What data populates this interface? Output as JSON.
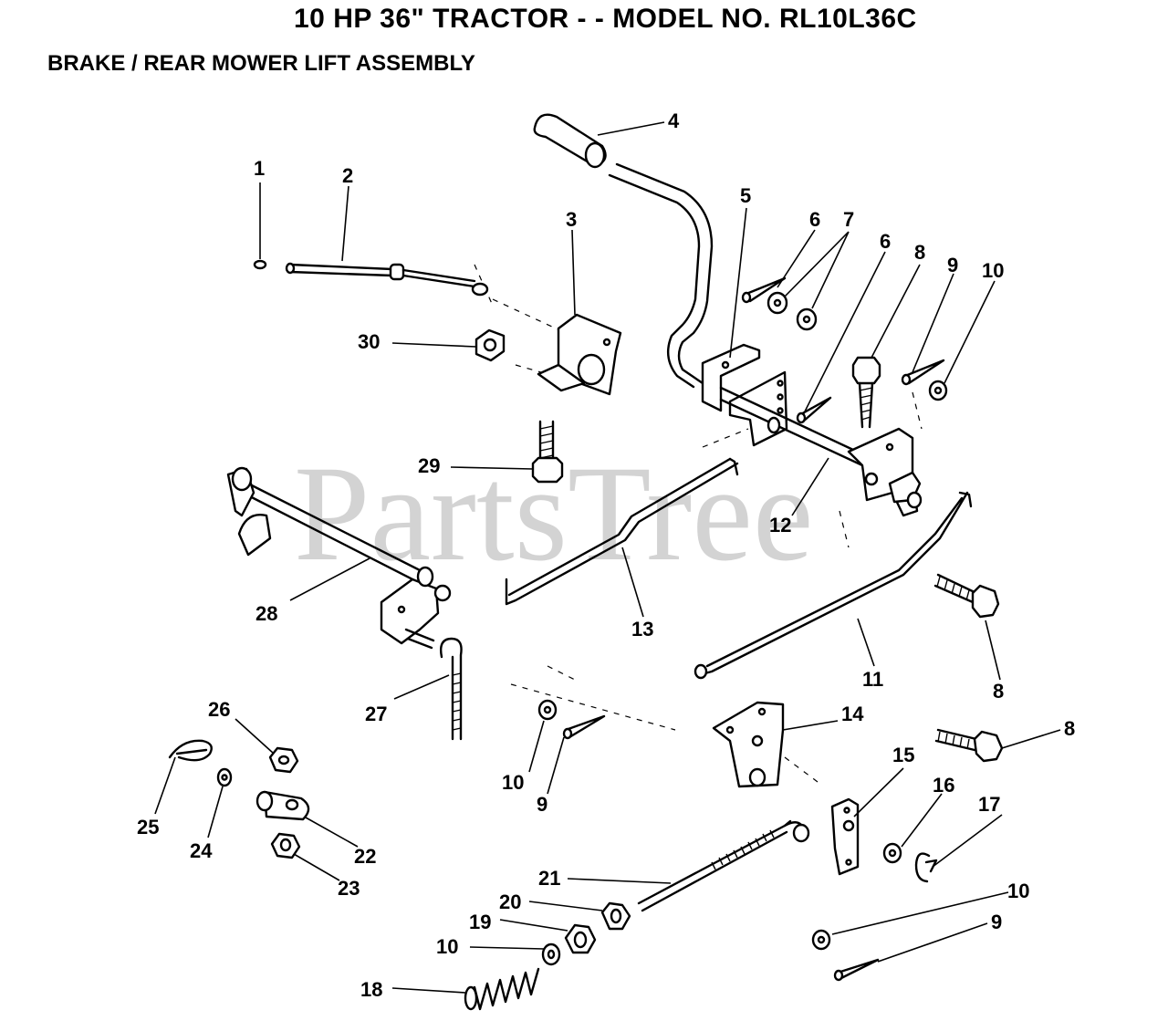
{
  "header": {
    "title": "10 HP 36\" TRACTOR - - MODEL NO. RL10L36C",
    "subtitle": "BRAKE / REAR MOWER LIFT ASSEMBLY"
  },
  "watermark": "PartsTree",
  "callouts": {
    "c1": "1",
    "c2": "2",
    "c3": "3",
    "c4": "4",
    "c5": "5",
    "c6a": "6",
    "c6b": "6",
    "c7": "7",
    "c8a": "8",
    "c8b": "8",
    "c8c": "8",
    "c9a": "9",
    "c9b": "9",
    "c9c": "9",
    "c10a": "10",
    "c10b": "10",
    "c10c": "10",
    "c10d": "10",
    "c11": "11",
    "c12": "12",
    "c13": "13",
    "c14": "14",
    "c15": "15",
    "c16": "16",
    "c17": "17",
    "c18": "18",
    "c19": "19",
    "c20": "20",
    "c21": "21",
    "c22": "22",
    "c23": "23",
    "c24": "24",
    "c25": "25",
    "c26": "26",
    "c27": "27",
    "c28": "28",
    "c29": "29",
    "c30": "30"
  }
}
